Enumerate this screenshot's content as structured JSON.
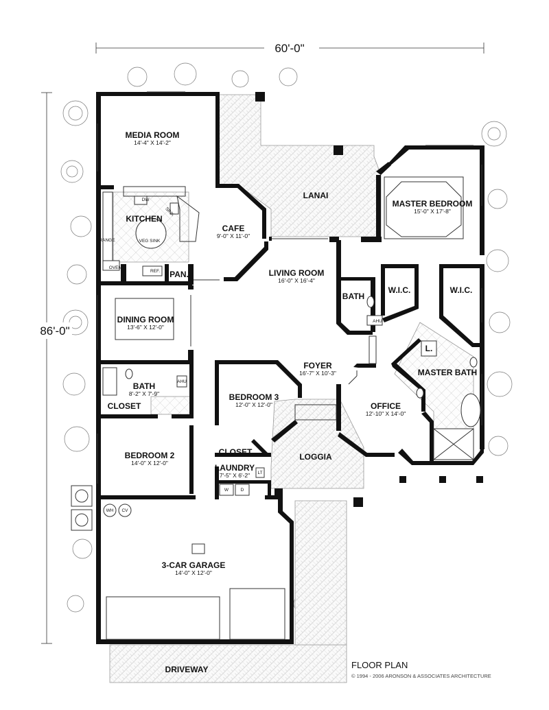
{
  "dimensions": {
    "width": "60'-0\"",
    "depth": "86'-0\""
  },
  "rooms": [
    {
      "id": "media-room",
      "name": "MEDIA ROOM",
      "size": "14'-4\" X 14'-2\""
    },
    {
      "id": "kitchen",
      "name": "KITCHEN",
      "size": ""
    },
    {
      "id": "cafe",
      "name": "CAFE",
      "size": "9'-0\" X 11'-0\""
    },
    {
      "id": "lanai",
      "name": "LANAI",
      "size": ""
    },
    {
      "id": "master-bedroom",
      "name": "MASTER BEDROOM",
      "size": "15'-0\" X 17'-8\""
    },
    {
      "id": "living-room",
      "name": "LIVING ROOM",
      "size": "16'-0\" X 16'-4\""
    },
    {
      "id": "dining-room",
      "name": "DINING ROOM",
      "size": "13'-6\" X 12'-0\""
    },
    {
      "id": "bath-center",
      "name": "BATH",
      "size": ""
    },
    {
      "id": "wic-1",
      "name": "W.I.C.",
      "size": ""
    },
    {
      "id": "wic-2",
      "name": "W.I.C.",
      "size": ""
    },
    {
      "id": "foyer",
      "name": "FOYER",
      "size": "16'-7\" X 10'-3\""
    },
    {
      "id": "master-bath",
      "name": "MASTER BATH",
      "size": ""
    },
    {
      "id": "bath-left",
      "name": "BATH",
      "size": "8'-2\" X 7'-9\""
    },
    {
      "id": "bedroom-3",
      "name": "BEDROOM 3",
      "size": "12'-0\" X 12'-0\""
    },
    {
      "id": "office",
      "name": "OFFICE",
      "size": "12'-10\" X 14'-0\""
    },
    {
      "id": "closet-left",
      "name": "CLOSET",
      "size": ""
    },
    {
      "id": "bedroom-2",
      "name": "BEDROOM 2",
      "size": "14'-0\" X 12'-0\""
    },
    {
      "id": "closet-center",
      "name": "CLOSET",
      "size": ""
    },
    {
      "id": "loggia",
      "name": "LOGGIA",
      "size": ""
    },
    {
      "id": "laundry",
      "name": "LAUNDRY",
      "size": "7'-5\" X 6'-2\""
    },
    {
      "id": "garage",
      "name": "3-CAR GARAGE",
      "size": "14'-0\" X 12'-0\""
    },
    {
      "id": "driveway",
      "name": "DRIVEWAY",
      "size": ""
    }
  ],
  "fixtures": {
    "pan": "PAN.",
    "dw": "DW",
    "sink": "SINK",
    "range": "RANGE",
    "veg_sink": "VEG SINK",
    "oven": "OVEN",
    "ref": "REF.",
    "ahu": "AHU",
    "wh": "WH",
    "cv": "CV",
    "washer": "W",
    "dryer": "D",
    "lt": "LT",
    "linen": "L."
  },
  "caption": {
    "title": "FLOOR PLAN",
    "copyright": "© 1994 - 2006 ARONSON & ASSOCIATES ARCHITECTURE"
  }
}
